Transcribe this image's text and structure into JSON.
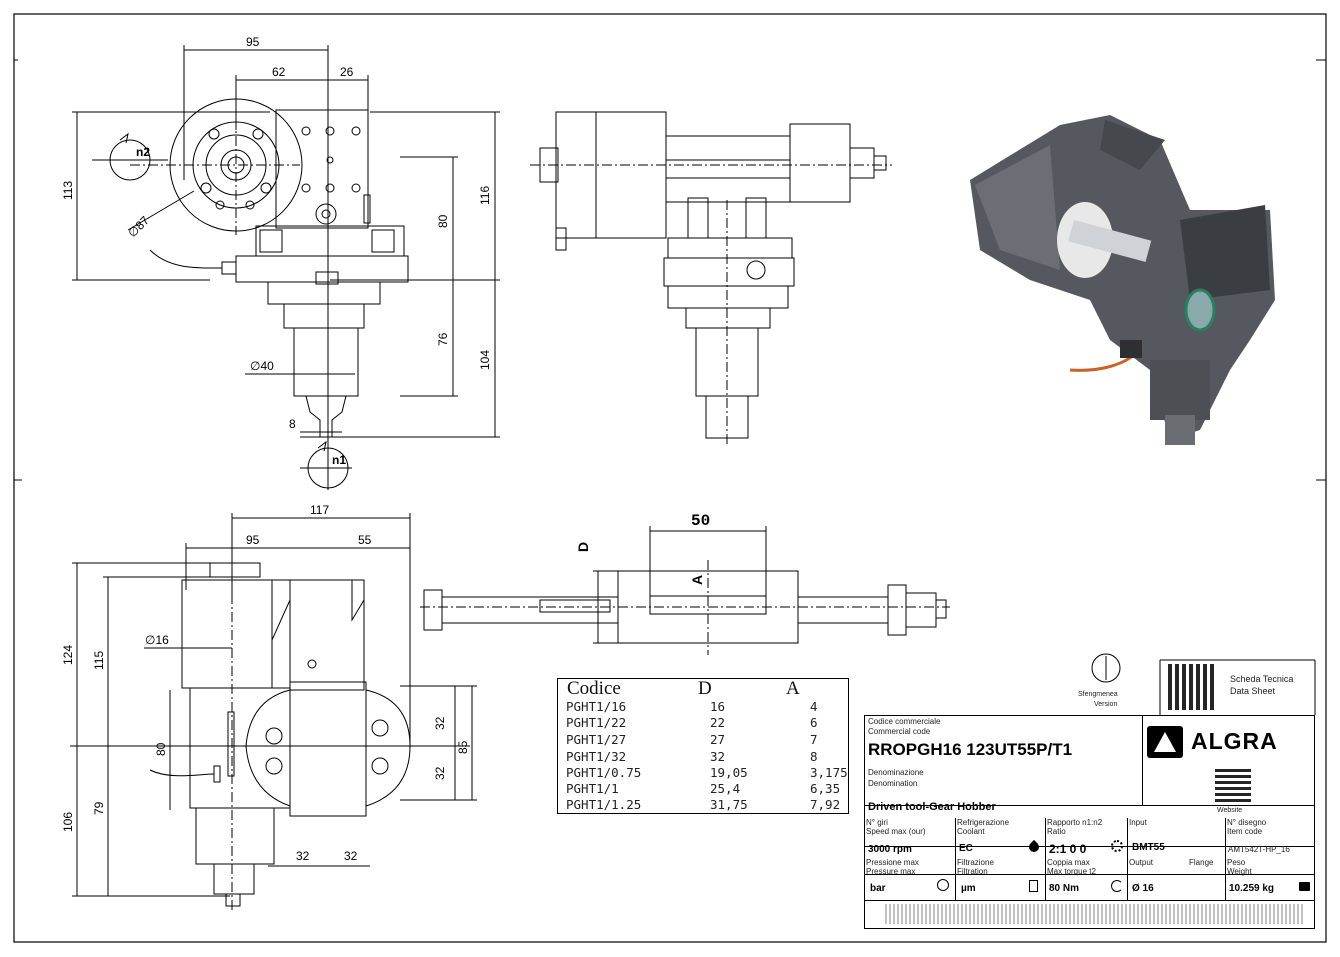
{
  "dimensions": {
    "front": {
      "w95": "95",
      "w62": "62",
      "w26": "26",
      "h113": "113",
      "h116": "116",
      "h80": "80",
      "h76": "76",
      "h104": "104",
      "d87": "∅87",
      "d40": "∅40",
      "w8": "8",
      "n1": "n1",
      "n2": "n2"
    },
    "bottom": {
      "w117": "117",
      "w95": "95",
      "w55": "55",
      "h124": "124",
      "h115": "115",
      "d16": "∅16",
      "h80": "80",
      "h79": "79",
      "h106": "106",
      "w32a": "32",
      "w32b": "32",
      "h32a": "32",
      "h32b": "32",
      "h85": "85"
    },
    "arbor": {
      "w50": "50",
      "D": "D",
      "A": "A"
    }
  },
  "table": {
    "headers": {
      "code": "Codice",
      "d": "D",
      "a": "A"
    },
    "rows": [
      {
        "code": "PGHT1/16",
        "d": "16",
        "a": "4"
      },
      {
        "code": "PGHT1/22",
        "d": "22",
        "a": "6"
      },
      {
        "code": "PGHT1/27",
        "d": "27",
        "a": "7"
      },
      {
        "code": "PGHT1/32",
        "d": "32",
        "a": "8"
      },
      {
        "code": "PGHT1/0.75",
        "d": "19,05",
        "a": "3,175"
      },
      {
        "code": "PGHT1/1",
        "d": "25,4",
        "a": "6,35"
      },
      {
        "code": "PGHT1/1.25",
        "d": "31,75",
        "a": "7,92"
      }
    ]
  },
  "titleblock": {
    "version_it": "Sfengmenea",
    "version_en": "Version",
    "datasheet_it": "Scheda Tecnica",
    "datasheet_en": "Data Sheet",
    "website": "Website",
    "brand": "ALGRA",
    "code_label_it": "Codice commerciale",
    "code_label_en": "Commercial code",
    "code": "RROPGH16 123UT55P/T1",
    "denom_it": "Denominazione",
    "denom_en": "Denomination",
    "denom": "Driven tool-Gear Hobber",
    "speed_label": "N° giri",
    "speed_label2": "Speed max (our)",
    "speed": "3000 rpm",
    "coolant_label": "Refrigerazione",
    "coolant_label2": "Coolant",
    "coolant": "EC",
    "ratio_label": "Rapporto n1:n2",
    "ratio_label2": "Ratio",
    "ratio": "2:1 0 0",
    "input_label": "Input",
    "input": "BMT55",
    "item_label": "N° disegno",
    "item_label2": "Item code",
    "item": "AMT542T-HP_16",
    "pressure_label": "Pressione max",
    "pressure_label2": "Pressure max",
    "pressure": "bar",
    "filter_label": "Filtrazione",
    "filter_label2": "Filtration",
    "filter": "µm",
    "torque_label": "Coppia max",
    "torque_label2": "Max torque t2",
    "torque": "80 Nm",
    "output_label": "Output",
    "flange_label": "Flange",
    "output": "Ø 16",
    "weight_label": "Peso",
    "weight_label2": "Weight",
    "weight": "10.259 kg"
  }
}
